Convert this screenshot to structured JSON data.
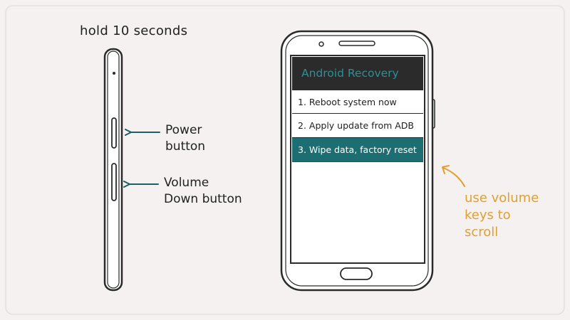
{
  "instructions": {
    "hold_text": "hold 10 seconds",
    "power_button_label": "Power button",
    "volume_down_label": "Volume Down button",
    "scroll_hint": "use volume keys to scroll"
  },
  "recovery": {
    "title": "Android Recovery",
    "items": [
      {
        "label": "1. Reboot system now",
        "selected": false
      },
      {
        "label": "2. Apply update from ADB",
        "selected": false
      },
      {
        "label": "3. Wipe data, factory reset",
        "selected": true
      }
    ]
  },
  "colors": {
    "background": "#f4f1f0",
    "outline": "#2a2a2a",
    "arrow_teal": "#1c5f66",
    "selected_teal": "#1c6e72",
    "header_bg": "#2b2b2b",
    "header_text": "#2e8f96",
    "hint_orange": "#e0a030"
  }
}
